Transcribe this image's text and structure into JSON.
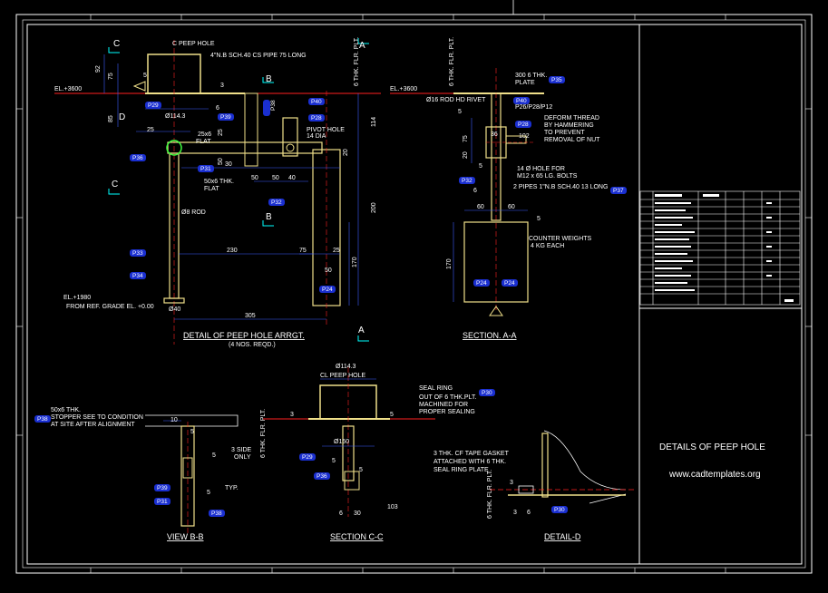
{
  "sheet": {
    "title": "DETAILS OF PEEP HOLE",
    "website": "www.cadtemplates.org"
  },
  "main_detail": {
    "title": "DETAIL OF PEEP HOLE ARRGT.",
    "subtitle": "(4 NOS. REQD.)",
    "peep_hole_label": "C PEEP HOLE",
    "pipe_note": "4\"N.B SCH.40 CS PIPE 75 LONG",
    "el_3600": "EL.+3600",
    "el_1980": "EL.+1980",
    "ref_grade": "FROM REF. GRADE EL. +0.00",
    "flat_25x6": "25x6",
    "flat_label": "FLAT",
    "pivot_hole": "PIVOT HOLE",
    "pivot_dia": "14 DIA",
    "flat_50x6": "50x6 THK.",
    "flat_label2": "FLAT",
    "rod_8": "Ø8 ROD",
    "dia_114": "Ø114.3",
    "dia_40": "Ø40",
    "plt_note": "6 THK. FLR. PLT.",
    "dims": [
      "92",
      "75",
      "5",
      "85",
      "25",
      "3",
      "6",
      "30",
      "50",
      "50",
      "40",
      "114",
      "20",
      "200",
      "230",
      "75",
      "25",
      "170",
      "50",
      "305",
      "25",
      "50"
    ],
    "tags": [
      "P29",
      "P39",
      "P40",
      "P28",
      "P36",
      "P31",
      "P32",
      "P33",
      "P34",
      "P24",
      "P38"
    ],
    "section_marks": [
      "C",
      "C",
      "A",
      "A",
      "B",
      "B",
      "D"
    ]
  },
  "section_aa": {
    "title": "SECTION. A-A",
    "plate": "300 6 THK.",
    "plate2": "PLATE",
    "rod_note": "Ø16 ROD HD RIVET",
    "deform1": "DEFORM THREAD",
    "deform2": "BY HAMMERING",
    "deform3": "TO PREVENT",
    "deform4": "REMOVAL OF NUT",
    "hole1": "14 Ø HOLE FOR",
    "hole2": "M12 x 65 LG. BOLTS",
    "pipes": "2 PIPES 1\"N.B SCH.40 13 LONG",
    "counter1": "COUNTER WEIGHTS",
    "counter2": "4 KG EACH",
    "nos_label": "P26/P28/P12",
    "dims": [
      "5",
      "36",
      "75",
      "20",
      "5",
      "6",
      "60",
      "60",
      "5",
      "170",
      "102"
    ],
    "tags": [
      "P35",
      "P40",
      "P28",
      "P32",
      "P37",
      "P24",
      "P24"
    ]
  },
  "view_bb": {
    "title": "VIEW B-B",
    "stopper1": "50x6 THK.",
    "stopper2": "STOPPER SEE TO CONDITION",
    "stopper3": "AT SITE AFTER ALIGNMENT",
    "side1": "3 SIDE",
    "side2": "ONLY",
    "typ": "TYP.",
    "dims": [
      "10",
      "5",
      "5",
      "5"
    ],
    "tags": [
      "P38",
      "P39",
      "P31",
      "P38"
    ]
  },
  "section_cc": {
    "title": "SECTION C-C",
    "dia_114": "Ø114.3",
    "peep_hole_label": "CL PEEP HOLE",
    "seal1": "SEAL RING",
    "seal2": "OUT OF 6 THK.PLT.",
    "seal3": "MACHINED FOR",
    "seal4": "PROPER SEALING",
    "dia_150": "Ø150",
    "plt_note": "6 THK. FLR. PLT.",
    "dims": [
      "3",
      "5",
      "5",
      "6",
      "30",
      "103",
      "5"
    ],
    "tags": [
      "P30",
      "P29",
      "P36"
    ]
  },
  "detail_d": {
    "title": "DETAIL-D",
    "gasket1": "3 THK. CF TAPE GASKET",
    "gasket2": "ATTACHED WITH 6 THK.",
    "gasket3": "SEAL RING PLATE",
    "plt_note": "6 THK. FLR. PLT.",
    "dims": [
      "3",
      "3",
      "6"
    ],
    "tags": [
      "P30"
    ]
  },
  "colors": {
    "background": "#000000",
    "frame": "#ffffff",
    "dimension": "#3c5cff",
    "steel": "#f0e08a",
    "centerline": "#ff2020",
    "tag_fill": "#1a2fd0"
  }
}
